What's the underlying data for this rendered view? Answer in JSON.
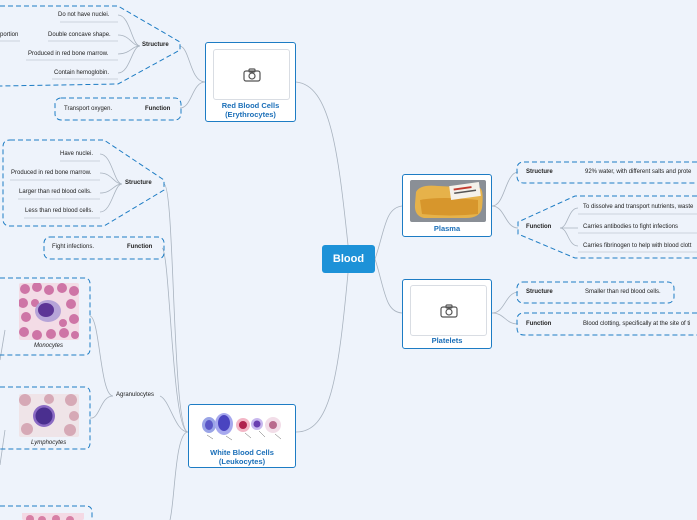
{
  "center": {
    "label": "Blood"
  },
  "rbc": {
    "title_line1": "Red Blood Cells",
    "title_line2": "(Erythrocytes)",
    "structure_label": "Structure",
    "structure_items": [
      "Do not have nuclei.",
      "Double concave shape.",
      "Produced in red bone marrow.",
      "Contain hemoglobin."
    ],
    "partial_text": "portion",
    "function_label": "Function",
    "function_items": [
      "Transport oxygen."
    ]
  },
  "wbc": {
    "title_line1": "White Blood Cells",
    "title_line2": "(Leukocytes)",
    "structure_label": "Structure",
    "structure_items": [
      "Have nuclei.",
      "Produced in red bone marrow.",
      "Larger than red blood cells.",
      "Less than red blood cells."
    ],
    "function_label": "Function",
    "function_items": [
      "Fight infections."
    ],
    "agranulocytes_label": "Agranulocytes",
    "monocytes_caption": "Monocytes",
    "lymphocytes_caption": "Lymphocytes"
  },
  "plasma": {
    "title": "Plasma",
    "structure_label": "Structure",
    "structure_items": [
      "92% water, with different salts and prote"
    ],
    "function_label": "Function",
    "function_items": [
      "To dissolve and transport nutrients, waste",
      "Carries antibodies to fight infections",
      "Carries fibrinogen to help with blood clott"
    ]
  },
  "platelets": {
    "title": "Platelets",
    "structure_label": "Structure",
    "structure_items": [
      "Smaller than red blood cells."
    ],
    "function_label": "Function",
    "function_items": [
      "Blood clotting, specifically at the site of ti"
    ]
  },
  "colors": {
    "accent": "#1d7cc4",
    "center": "#1d92d8",
    "background": "#eef3fb",
    "line": "#a9b3bf"
  },
  "icons": {
    "photo_placeholder": "camera-icon"
  }
}
